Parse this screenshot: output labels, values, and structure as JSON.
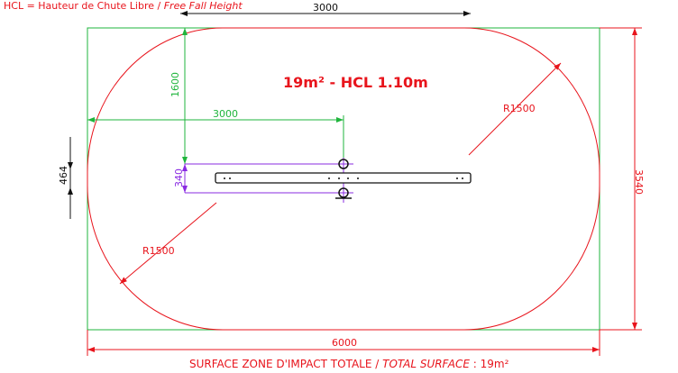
{
  "legend": {
    "prefix": "HCL = Hauteur de Chute Libre / ",
    "italic": "Free Fall Height"
  },
  "title": "19m² - HCL 1.10m",
  "dimensions": {
    "top": "3000",
    "right": "3540",
    "bottom": "6000",
    "left": "464",
    "green_vertical": "1600",
    "green_horizontal": "3000",
    "purple": "340",
    "radius_top": "R1500",
    "radius_bottom": "R1500"
  },
  "caption": {
    "prefix": "SURFACE ZONE D'IMPACT TOTALE / ",
    "italic": "TOTAL SURFACE",
    "suffix": " : 19m²"
  },
  "colors": {
    "red": "#e8141c",
    "green": "#1fb53c",
    "purple": "#8a2be2"
  }
}
